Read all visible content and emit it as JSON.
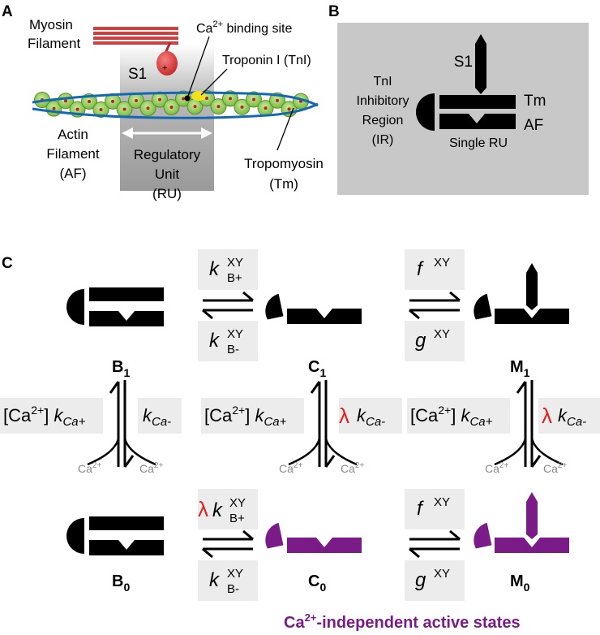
{
  "colors": {
    "active_state": "#7b1b87",
    "lambda": "#e0201f",
    "myosin": "#d63e3e",
    "actin": "#8ccf52",
    "tropomyosin": "#1268b3",
    "troponin": "#f2e21a",
    "box_bg": "#ececec",
    "panel_b_bg": "#c8c8c8",
    "ca_label": "#8a8a8a"
  },
  "panel_a": {
    "letter": "A",
    "myosin": [
      "Myosin",
      "Filament"
    ],
    "s1": "S1",
    "ca_site_pre": "Ca",
    "ca_site_sup": "2+",
    "ca_site_post": " binding site",
    "troponin": "Troponin I (TnI)",
    "actin": [
      "Actin",
      "Filament",
      "(AF)"
    ],
    "ru": [
      "Regulatory",
      "Unit",
      "(RU)"
    ],
    "tm": [
      "Tropomyosin",
      "(Tm)"
    ]
  },
  "panel_b": {
    "letter": "B",
    "s1": "S1",
    "tni": [
      "TnI",
      "Inhibitory",
      "Region",
      "(IR)"
    ],
    "tm": "Tm",
    "af": "AF",
    "single_ru": "Single RU"
  },
  "panel_c": {
    "letter": "C",
    "states": {
      "b1": {
        "main": "B",
        "sub": "1"
      },
      "c1": {
        "main": "C",
        "sub": "1"
      },
      "m1": {
        "main": "M",
        "sub": "1"
      },
      "b0": {
        "main": "B",
        "sub": "0"
      },
      "c0": {
        "main": "C",
        "sub": "0"
      },
      "m0": {
        "main": "M",
        "sub": "0"
      }
    },
    "rates": {
      "k": "k",
      "f": "f",
      "g": "g",
      "xy": "XY",
      "bplus": "B+",
      "bminus": "B-",
      "lambda": "λ",
      "ca_open": "[Ca",
      "ca_sup": "2+",
      "ca_close": "]",
      "k_italic": "k",
      "ca_plus_sub": "Ca+",
      "ca_minus_sub": "Ca-"
    },
    "ca_ion": {
      "main": "Ca",
      "sup": "2+"
    },
    "footer": {
      "pre": "Ca",
      "sup": "2+",
      "post": "-independent active states"
    }
  }
}
